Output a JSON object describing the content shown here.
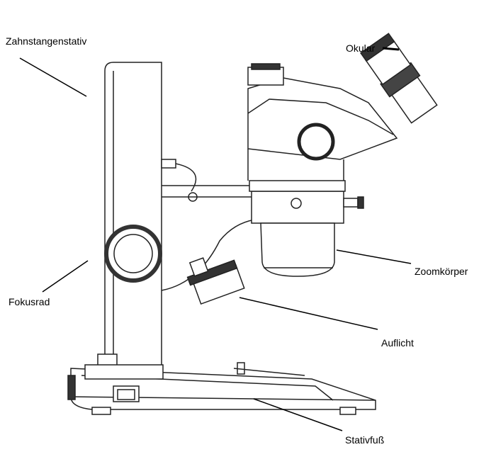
{
  "labels": {
    "stand": "Zahnstangenstativ",
    "eyepiece": "Okular",
    "zoom_body": "Zoomkörper",
    "focus_wheel": "Fokusrad",
    "incident_light": "Auflicht",
    "base": "Stativfuß"
  }
}
